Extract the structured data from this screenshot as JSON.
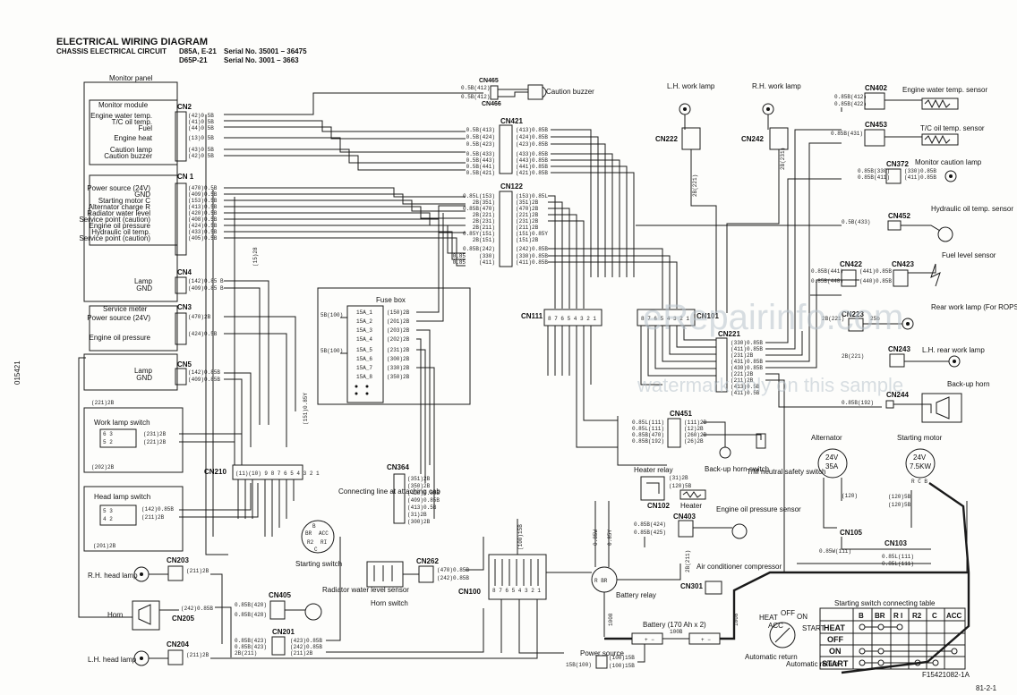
{
  "header": {
    "title": "ELECTRICAL WIRING DIAGRAM",
    "subtitle": "CHASSIS ELECTRICAL CIRCUIT",
    "model1": "D85A, E-21",
    "serial1": "Serial No. 35001 – 36475",
    "model2": "D65P-21",
    "serial2": "Serial No. 3001 – 3663"
  },
  "side_code": "015421",
  "page_number": "81-2-1",
  "figure_code": "F15421082-1A",
  "watermark": {
    "line1": "eRepairinfo.com",
    "line2": "watermark only on this sample"
  },
  "monitor_panel": {
    "title": "Monitor panel",
    "module_title": "Monitor module",
    "cn2_label": "CN2",
    "cn2_items": [
      "Engine water temp.",
      "T/C oil temp.",
      "Fuel",
      "Engine heat",
      "Caution lamp",
      "Caution buzzer"
    ],
    "cn2_wires": [
      "(42)0.5B",
      "(41)0.5B",
      "(44)0.5B",
      "(13)0.5B",
      "(43)0.5B",
      "(42)0.5B"
    ],
    "cn1_label": "CN 1",
    "cn1_items": [
      "Power source (24V)",
      "GND",
      "Starting motor C",
      "Alternator charge R",
      "Radiator water level",
      "Service point (caution)",
      "Engine oil pressure",
      "Hydraulic oil temp.",
      "Service point (caution)"
    ],
    "cn1_wires": [
      "(470)0.5B",
      "(409)0.5B",
      "(153)0.5B",
      "(413)0.5B",
      "(420)0.5B",
      "(408)0.5B",
      "(424)0.5B",
      "(433)0.5B",
      "(405)0.5B"
    ],
    "cn4_label": "CN4",
    "cn4_items": [
      "Lamp",
      "GND"
    ],
    "cn4_wires": [
      "(142)0.85 B",
      "(409)0.85 B"
    ],
    "service_meter": "Service meter",
    "cn3_label": "CN3",
    "cn3_items": [
      "Power source (24V)",
      "Engine oil pressure"
    ],
    "cn3_wires": [
      "(470)2B",
      "(424)0.5B"
    ],
    "cn5_label": "CN5",
    "cn5_items": [
      "Lamp",
      "GND"
    ],
    "cn5_wires": [
      "(142)0.85B",
      "(409)0.85B"
    ]
  },
  "buzzer": {
    "cn465": "CN465",
    "cn466": "CN466",
    "label": "Caution buzzer",
    "wire1": "0.5B(412)",
    "wire2": "0.5B(412)"
  },
  "cn421": {
    "label": "CN421",
    "left": [
      "0.5B(413)",
      "0.5B(424)",
      "0.5B(423)",
      "0.5B(433)",
      "0.5B(443)",
      "0.5B(441)",
      "0.5B(421)"
    ],
    "right": [
      "(413)0.85B",
      "(424)0.85B",
      "(423)0.85B",
      "(433)0.85B",
      "(443)0.85B",
      "(441)0.85B",
      "(421)0.85B"
    ]
  },
  "cn122": {
    "label": "CN122",
    "left": [
      "0.85L(153)",
      "2B(351)",
      "0.85B(470)",
      "2B(221)",
      "2B(231)",
      "2B(211)",
      "0.85Y(151)",
      "2B(151)",
      "0.85B(242)",
      "0.85",
      "0.85"
    ],
    "right": [
      "(153)0.85L",
      "(351)2B",
      "(470)2B",
      "(221)2B",
      "(231)2B",
      "(211)2B",
      "(151)0.85Y",
      "(151)2B",
      "(242)0.85B",
      "(330)0.85B",
      "(411)0.85B"
    ],
    "mid": [
      "(330)",
      "(411)"
    ]
  },
  "fuse_box": {
    "label": "Fuse box",
    "fuses": [
      "15A_1",
      "15A_2",
      "15A_3",
      "15A_4",
      "15A_5",
      "15A_6",
      "15A_7",
      "15A_8"
    ],
    "out": [
      "(150)2B",
      "(201)2B",
      "(203)2B",
      "(202)2B",
      "(231)2B",
      "(300)2B",
      "(330)2B",
      "(350)2B"
    ],
    "in1": "5B(100)",
    "in2": "5B(100)"
  },
  "cn111_label": "CN111",
  "cn111_pins": "8 7 6 5 4 3 2 1",
  "cn101_label": "CN101",
  "cn101_pins": "8 7 6 5 4 3 2 1",
  "cn221": {
    "label": "CN221",
    "wires": [
      "(330)0.85B",
      "(411)0.85B",
      "(231)2B",
      "(431)0.85B",
      "(430)0.85B",
      "(221)2B",
      "(211)2B",
      "(413)0.5B",
      "(411)0.5B"
    ]
  },
  "cn222": {
    "label": "CN222",
    "lamp": "L.H. work lamp",
    "wire": "2B(221)"
  },
  "cn242": {
    "label": "CN242",
    "lamp": "R.H. work lamp",
    "wire": "2B(231)"
  },
  "cn402": {
    "label": "CN402",
    "sensor": "Engine water temp. sensor",
    "w1": "0.85B(412)",
    "w2": "0.85B(422)"
  },
  "cn453": {
    "label": "CN453",
    "sensor": "T/C oil temp. sensor",
    "w1": "0.85B(431)"
  },
  "cn372": {
    "label": "CN372",
    "item": "Monitor caution lamp",
    "w1": "0.85B(330)",
    "w2": "0.85B(411)",
    "r1": "(330)0.85B",
    "r2": "(411)0.85B"
  },
  "cn452": {
    "label": "CN452",
    "sensor": "Hydraulic oil temp. sensor",
    "w1": "0.5B(433)"
  },
  "cn422": {
    "label": "CN422",
    "w1": "0.85B(441)",
    "w2": "0.85B(440)",
    "r1": "(441)0.85B",
    "r2": "(440)0.85B"
  },
  "cn423": {
    "label": "CN423",
    "sensor": "Fuel level sensor"
  },
  "cn223": {
    "label": "CN223",
    "item": "Rear work lamp (For ROPS)",
    "w1": "2B(221)",
    "w2": "25b"
  },
  "cn243": {
    "label": "CN243",
    "item": "L.H. rear work lamp",
    "w1": "2B(221)"
  },
  "cn244": {
    "label": "CN244",
    "item": "Back-up horn",
    "w1": "0.85B(192)"
  },
  "cn451": {
    "label": "CN451",
    "left": [
      "0.85L(111)",
      "0.85L(111)",
      "0.85B(470)",
      "0.85B(192)"
    ],
    "right": [
      "(111)2B",
      "(12)2B",
      "(260)2B",
      "(26)2B"
    ]
  },
  "switches": {
    "backup": "Back-up horn switch",
    "tm_neutral": "T/M neutral safety switch",
    "heater_relay": "Heater relay",
    "cn102": "CN102",
    "heater": "Heater",
    "hr_w1": "(31)2B",
    "hr_w2": "(120)5B"
  },
  "cn403": {
    "label": "CN403",
    "sensor": "Engine oil pressure sensor",
    "w1": "0.85B(424)",
    "w2": "0.85B(425)"
  },
  "alternator": {
    "label": "Alternator",
    "v": "24V",
    "a": "35A"
  },
  "starting_motor": {
    "label": "Starting motor",
    "v": "24V",
    "kw": "7.5KW"
  },
  "cn105_label": "CN105",
  "cn103_label": "CN103",
  "cn103_wires": [
    "(120)5B",
    "(120)5B"
  ],
  "cn103_bottom": [
    "0.85W(111)",
    "0.85L(111)",
    "0.85L(111)"
  ],
  "work_lamp_switch": {
    "label": "Work lamp switch",
    "w1": "(231)2B",
    "w2": "(221)2B",
    "w3": "(202)2B"
  },
  "head_lamp_switch": {
    "label": "Head lamp switch",
    "w1": "(142)0.85B",
    "w2": "(211)2B",
    "w3": "(201)2B"
  },
  "side_wire": "(221)2B",
  "cn210_label": "CN210",
  "cn210_pins": "(11)(10) 9 8 7 6 5 4 3 2 1",
  "cn364": {
    "label": "CN364",
    "wires": [
      "(351)2B",
      "(350)2B",
      "(420)0.85B",
      "(409)0.85B",
      "(413)0.5B",
      "(31)2B",
      "(300)2B"
    ],
    "note": "Connecting line at attaching cab"
  },
  "starting_switch": {
    "label": "Starting switch",
    "terms": [
      "BR",
      "ACC",
      "R2",
      "RI",
      "B",
      "C"
    ]
  },
  "cn262": {
    "label": "CN262",
    "w1": "(470)0.85B",
    "w2": "(242)0.85B",
    "item": "Horn switch"
  },
  "cn100": {
    "label": "CN100",
    "pins": "8 7 6 5 4 3 2 1"
  },
  "battery_relay": "Battery relay",
  "cn301": {
    "label": "CN301",
    "item": "Air conditioner compressor"
  },
  "battery": {
    "label": "Battery (170 Ah x 2)",
    "w1": "100B",
    "w2": "100B"
  },
  "power_source": {
    "label": "Power source",
    "w1": "15B(100)",
    "w2": "(100)15B",
    "w3": "(100)15B"
  },
  "cn203": {
    "label": "CN203",
    "item": "R.H. head lamp",
    "w1": "(211)2B"
  },
  "cn205": {
    "label": "CN205",
    "item": "Horn",
    "w1": "(242)0.85B"
  },
  "cn204": {
    "label": "CN204",
    "item": "L.H. head lamp",
    "w1": "(211)2B"
  },
  "cn405": {
    "label": "CN405",
    "item": "Radiator water level sensor",
    "w1": "0.85B(420)",
    "w2": "0.85B(428)"
  },
  "cn201": {
    "label": "CN201",
    "w1": "0.85B(423)",
    "w2": "0.85B(423)",
    "w3": "2B(211)",
    "r1": "(423)0.85B",
    "r2": "(242)0.85B",
    "r3": "(211)2B"
  },
  "vertical_wires": [
    "(100)15B",
    "0.85W",
    "0.85Y",
    "100B",
    "(100)15B",
    "1008",
    "1008",
    "2B(211)",
    "(15)28",
    "(151)0.85Y"
  ],
  "conn_table": {
    "title": "Starting switch connecting table",
    "cols": [
      "",
      "B",
      "BR",
      "R I",
      "R2",
      "C",
      "ACC"
    ],
    "rows": [
      "HEAT",
      "OFF",
      "ON",
      "START"
    ],
    "dial": [
      "OFF",
      "ON",
      "HEAT",
      "START",
      "ACC"
    ],
    "auto_return_left": "Automatic return",
    "auto_return_right": "Automatic return"
  }
}
